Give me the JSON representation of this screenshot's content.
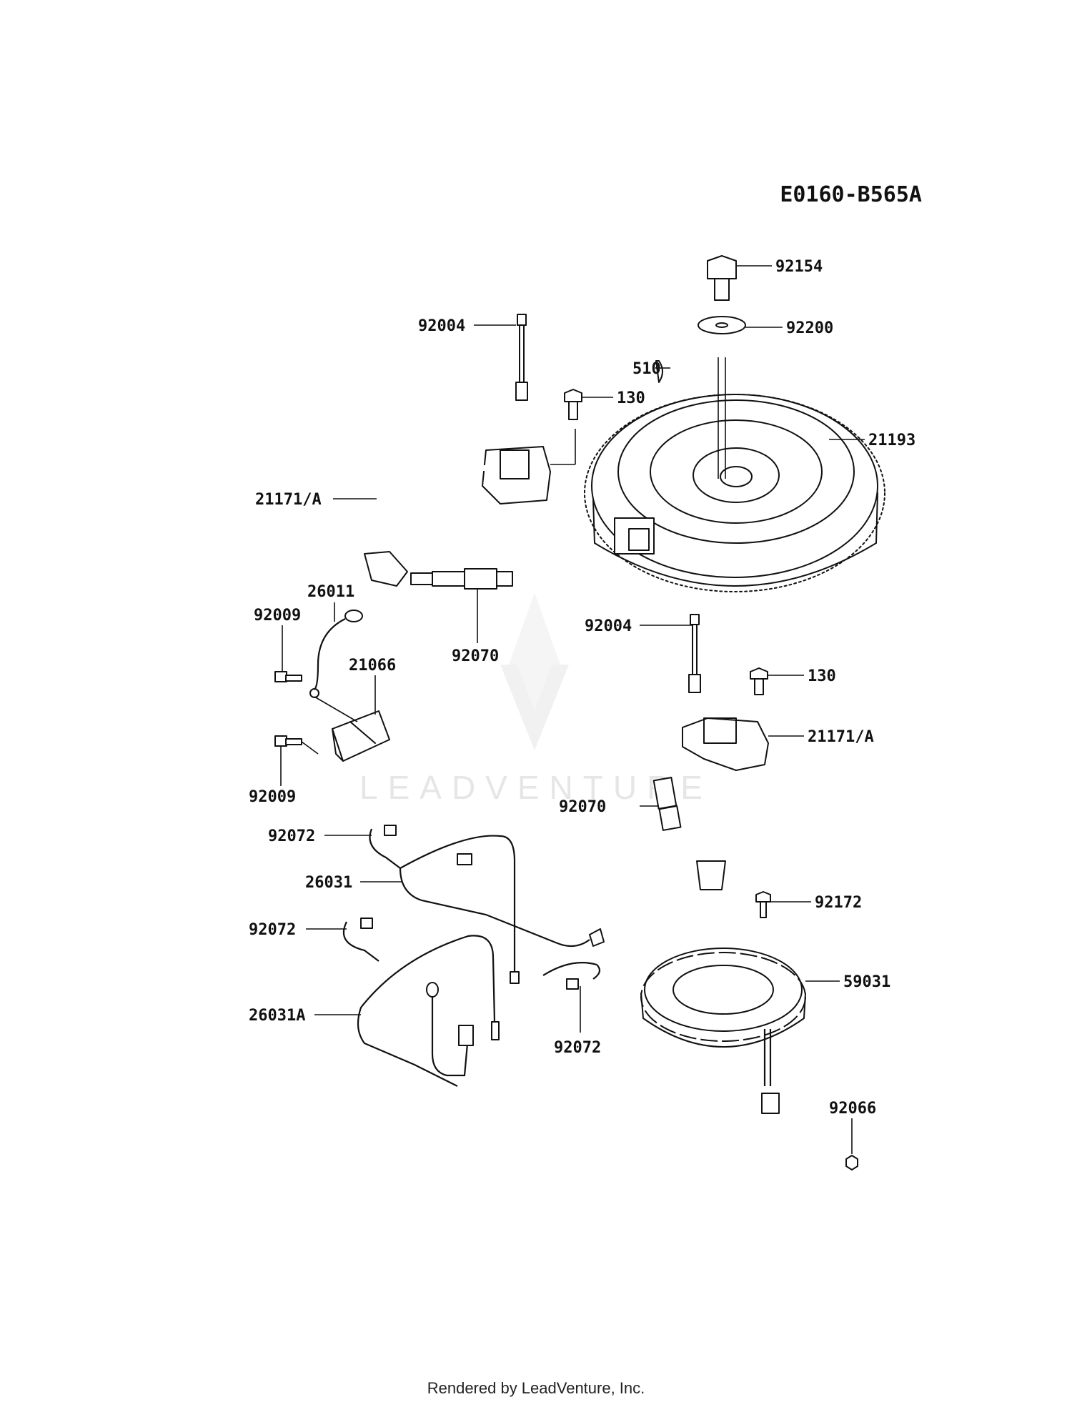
{
  "diagram_code": "E0160-B565A",
  "footer": "Rendered by LeadVenture, Inc.",
  "watermark": "LEADVENTURE",
  "parts": {
    "p92154": "92154",
    "p92200": "92200",
    "p510": "510",
    "p130a": "130",
    "p21193": "21193",
    "p92004a": "92004",
    "p21171a_top": "21171/A",
    "p26011": "26011",
    "p92009a": "92009",
    "p21066": "21066",
    "p92070a": "92070",
    "p92009b": "92009",
    "p92004b": "92004",
    "p130b": "130",
    "p21171a_bottom": "21171/A",
    "p92070b": "92070",
    "p92072a": "92072",
    "p26031": "26031",
    "p92072b": "92072",
    "p26031A": "26031A",
    "p92072c": "92072",
    "p92172": "92172",
    "p59031": "59031",
    "p92066": "92066"
  }
}
